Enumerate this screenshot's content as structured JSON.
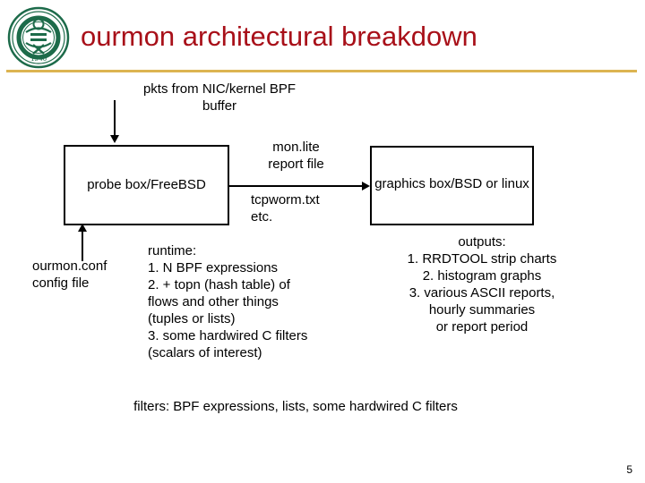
{
  "slide": {
    "title": "ourmon architectural breakdown",
    "page_number": "5",
    "title_color": "#a81019",
    "divider_color": "#dcb451",
    "logo": {
      "name": "portland-state-university-seal",
      "outer_text_top": "PORTLAND STATE UNIVERSITY",
      "year": "1946",
      "color": "#1d6b4a"
    }
  },
  "diagram": {
    "input_label": "pkts from NIC/kernel BPF\nbuffer",
    "probe_box_label": "probe box/FreeBSD",
    "graphics_box_label": "graphics box/BSD\nor linux",
    "link_label_above": "mon.lite\nreport file",
    "link_label_below": "tcpworm.txt\netc.",
    "config_label": "ourmon.conf\nconfig file",
    "runtime_label": "runtime:\n1. N BPF expressions\n2. + topn (hash table) of\nflows and other things\n(tuples or lists)\n3. some hardwired C filters\n(scalars of interest)",
    "outputs_label": "outputs:\n1. RRDTOOL strip charts\n2. histogram graphs\n3. various ASCII reports,\nhourly summaries\nor report period",
    "footer_label": "filters: BPF expressions, lists, some hardwired C filters"
  }
}
